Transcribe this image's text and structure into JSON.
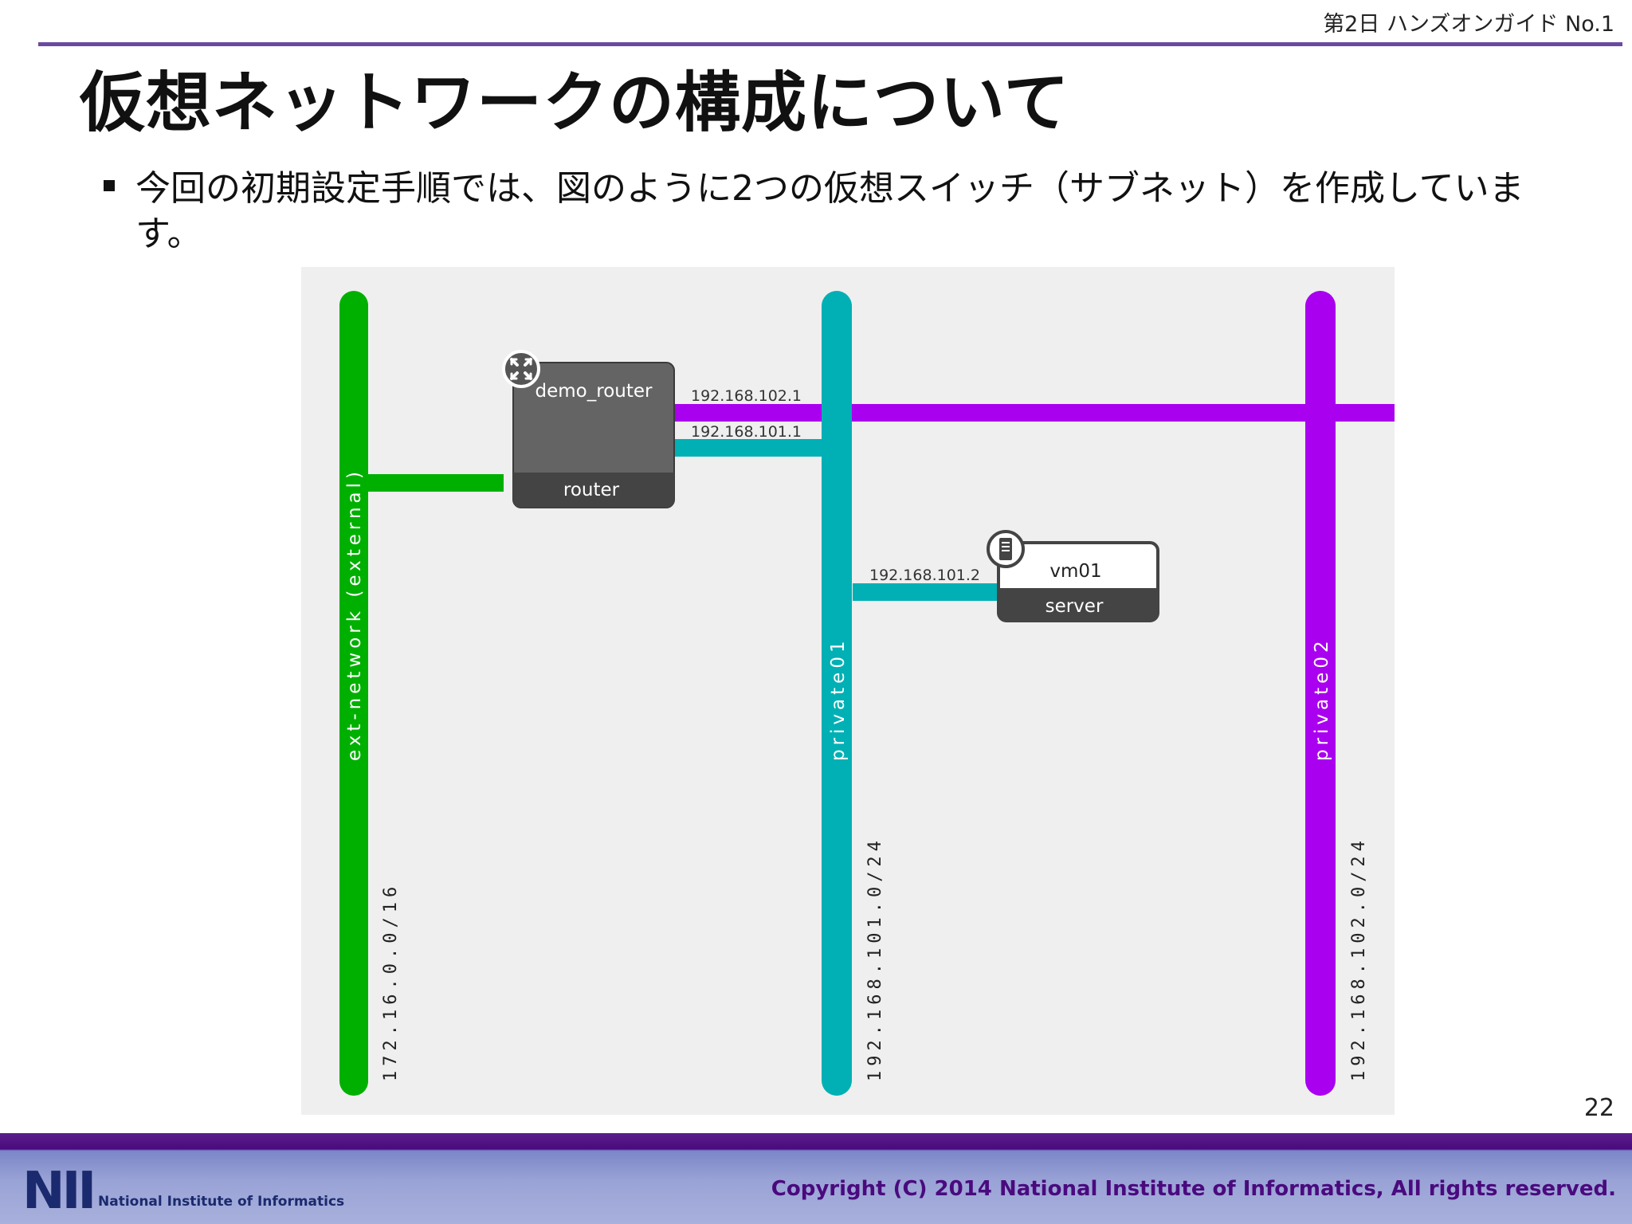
{
  "header": {
    "label": "第2日 ハンズオンガイド No.1"
  },
  "title": "仮想ネットワークの構成について",
  "bullet": {
    "text": "今回の初期設定手順では、図のように2つの仮想スイッチ（サブネット）を作成しています。"
  },
  "diagram": {
    "networks": [
      {
        "name": "ext-network (external)",
        "cidr": "172.16.0.0/16",
        "color": "#00b000"
      },
      {
        "name": "private01",
        "cidr": "192.168.101.0/24",
        "color": "#00b0b4"
      },
      {
        "name": "private02",
        "cidr": "192.168.102.0/24",
        "color": "#aa00f0"
      }
    ],
    "router": {
      "name": "demo_router",
      "type": "router",
      "ip_private02": "192.168.102.1",
      "ip_private01": "192.168.101.1",
      "icon": "router-icon"
    },
    "server": {
      "name": "vm01",
      "type": "server",
      "ip": "192.168.101.2",
      "icon": "server-icon"
    }
  },
  "page_number": "22",
  "footer": {
    "logo": "NII",
    "logo_text": "National Institute of Informatics",
    "copyright": "Copyright (C) 2014 National Institute of Informatics, All rights reserved."
  }
}
